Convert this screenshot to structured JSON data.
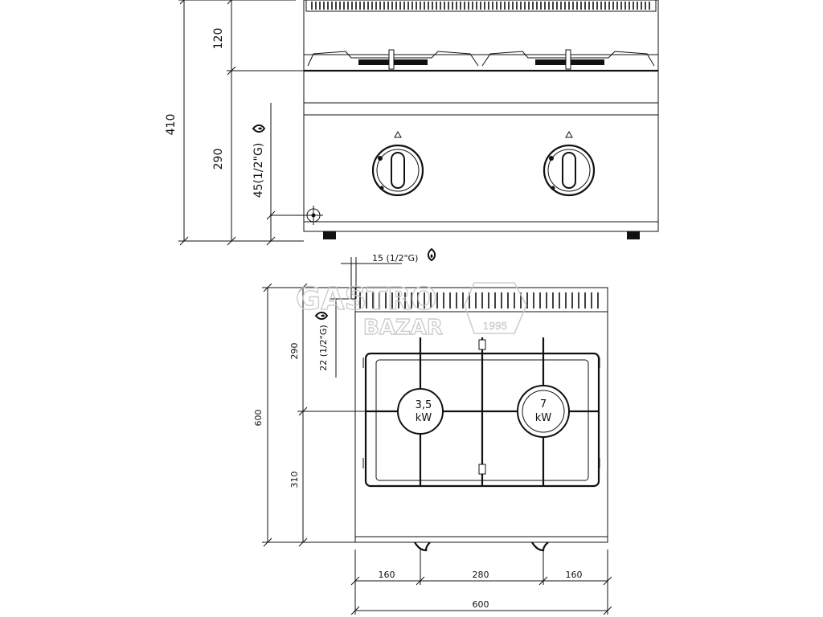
{
  "front_view": {
    "height_top": "120",
    "height_total": "410",
    "height_body": "290",
    "gas_inlet_height": "45(1/2\"G)"
  },
  "top_view": {
    "gas_inlet_offset": "15 (1/2\"G)",
    "depth_rear": "290",
    "depth_total": "600",
    "depth_front": "310",
    "gas_inlet_side": "22 (1/2\"G)",
    "burner_left_value": "3,5",
    "burner_left_unit": "kW",
    "burner_right_value": "7",
    "burner_right_unit": "kW",
    "width_left": "160",
    "width_mid": "280",
    "width_right": "160",
    "width_total": "600"
  },
  "watermark": {
    "line1": "GASTRO",
    "line2": "BAZAR",
    "year": "1995"
  },
  "icons": [
    "gas-flame-icon",
    "drain-connection-icon",
    "knob-icon"
  ]
}
